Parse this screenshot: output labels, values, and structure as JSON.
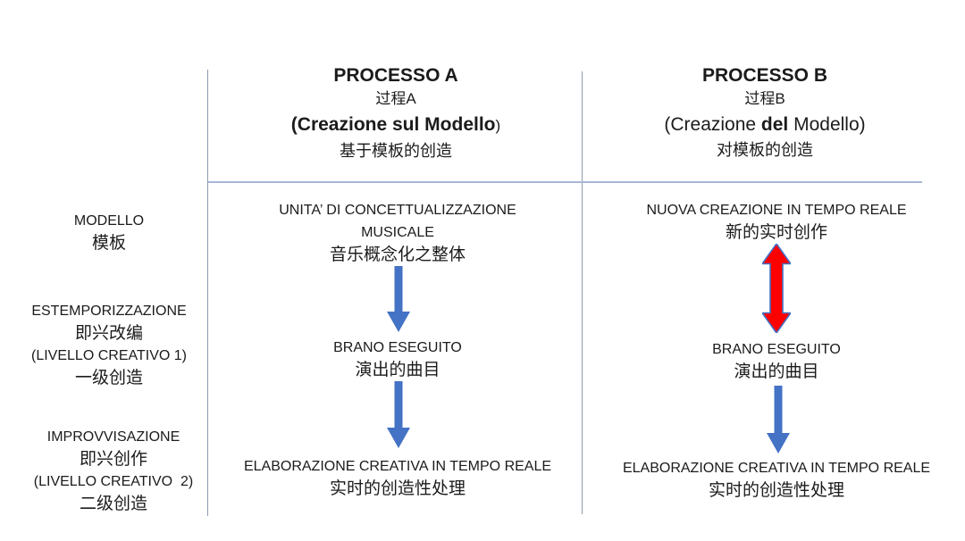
{
  "left_labels": {
    "modello": {
      "l1": "MODELLO",
      "zh1": "模板"
    },
    "estemp": {
      "l1": "ESTEMPORIZZAZIONE",
      "zh1": "即兴改编",
      "l2": "(LIVELLO CREATIVO 1)",
      "zh2": "一级创造"
    },
    "improv": {
      "l1": "IMPROVVISAZIONE",
      "zh1": "即兴创作",
      "l2": "(LIVELLO CREATIVO  2)",
      "zh2": "二级创造"
    }
  },
  "process_a": {
    "title": "PROCESSO A",
    "title_zh": "过程A",
    "subtitle_open": "(Creazione ",
    "subtitle_emph": "sul",
    "subtitle_post": " Modello",
    "subtitle_close": ")",
    "subtitle_zh": "基于模板的创造",
    "node1": {
      "l1": "UNITA’ DI CONCETTUALIZZAZIONE",
      "l2": "MUSICALE",
      "zh": "音乐概念化之整体"
    },
    "node2": {
      "l1": "BRANO ESEGUITO",
      "zh": "演出的曲目"
    },
    "node3": {
      "l1": "ELABORAZIONE CREATIVA IN TEMPO REALE",
      "zh": "实时的创造性处理"
    }
  },
  "process_b": {
    "title": "PROCESSO B",
    "title_zh": "过程B",
    "subtitle_open": "(Creazione ",
    "subtitle_emph": "del",
    "subtitle_post": " Modello)",
    "subtitle_close": "",
    "subtitle_zh": "对模板的创造",
    "node1": {
      "l1": "NUOVA CREAZIONE IN TEMPO REALE",
      "zh": "新的实时创作"
    },
    "node2": {
      "l1": "BRANO ESEGUITO",
      "zh": "演出的曲目"
    },
    "node3": {
      "l1": "ELABORAZIONE CREATIVA IN TEMPO REALE",
      "zh": "实时的创造性处理"
    }
  },
  "colors": {
    "arrow_blue": "#4472C4",
    "arrow_red": "#FF0000",
    "arrow_red_outline": "#4472C4",
    "line_vertical": "#8d9cb0",
    "line_horizontal": "#aab6d6",
    "text": "#1b1b1b"
  }
}
